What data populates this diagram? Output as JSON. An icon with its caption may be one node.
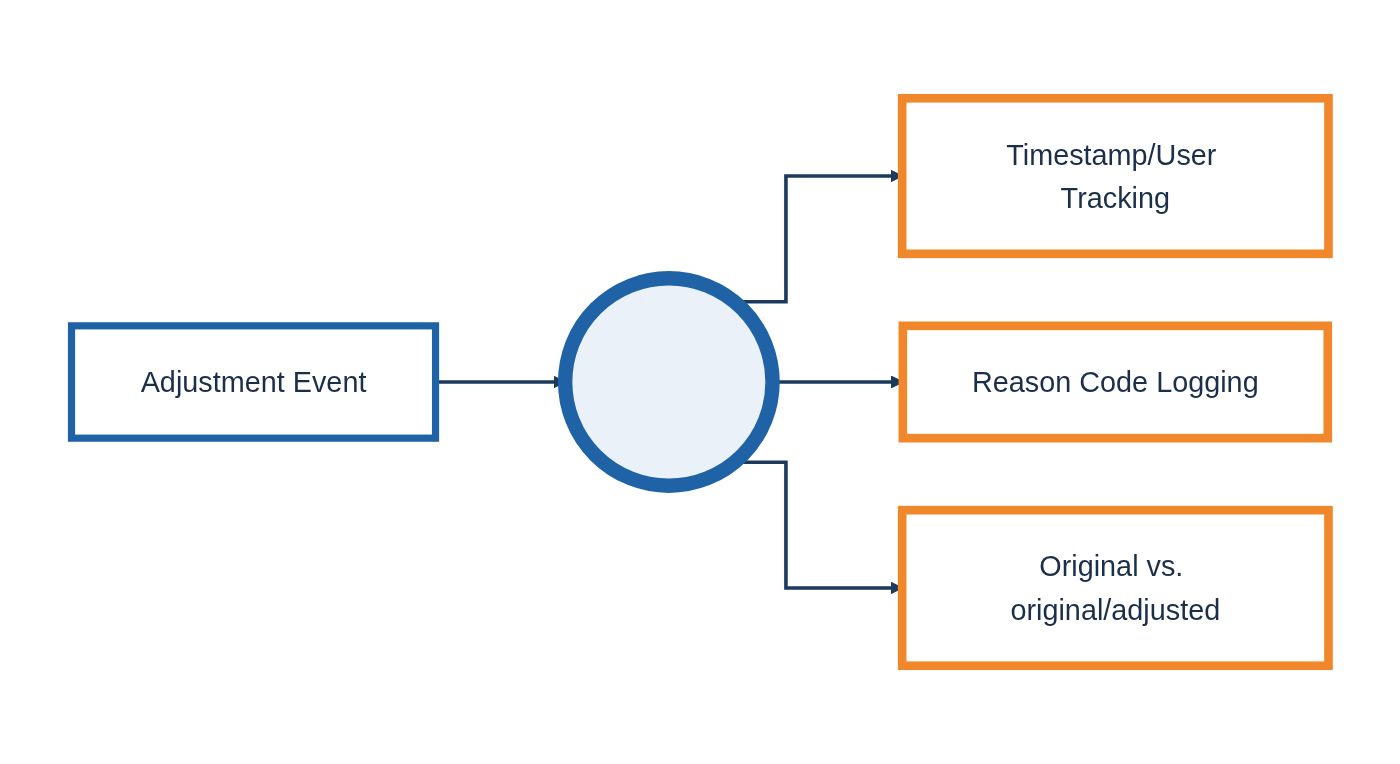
{
  "diagram": {
    "nodes": [
      {
        "text": [
          "Adjustment Event"
        ]
      },
      {
        "text": [],
        "shape": "circle"
      },
      {
        "text": [
          "Timestamp/User Tracking"
        ]
      },
      {
        "text": [
          "Reason Code Logging"
        ]
      },
      {
        "text": [
          "Original vs. original/adjusted"
        ]
      }
    ],
    "edges": [
      {
        "from": 0,
        "to": 1,
        "arrow": "to"
      },
      {
        "from": 1,
        "to": 2,
        "arrow": "to"
      },
      {
        "from": 1,
        "to": 3,
        "arrow": "to"
      },
      {
        "from": 1,
        "to": 4,
        "arrow": "to"
      }
    ]
  }
}
